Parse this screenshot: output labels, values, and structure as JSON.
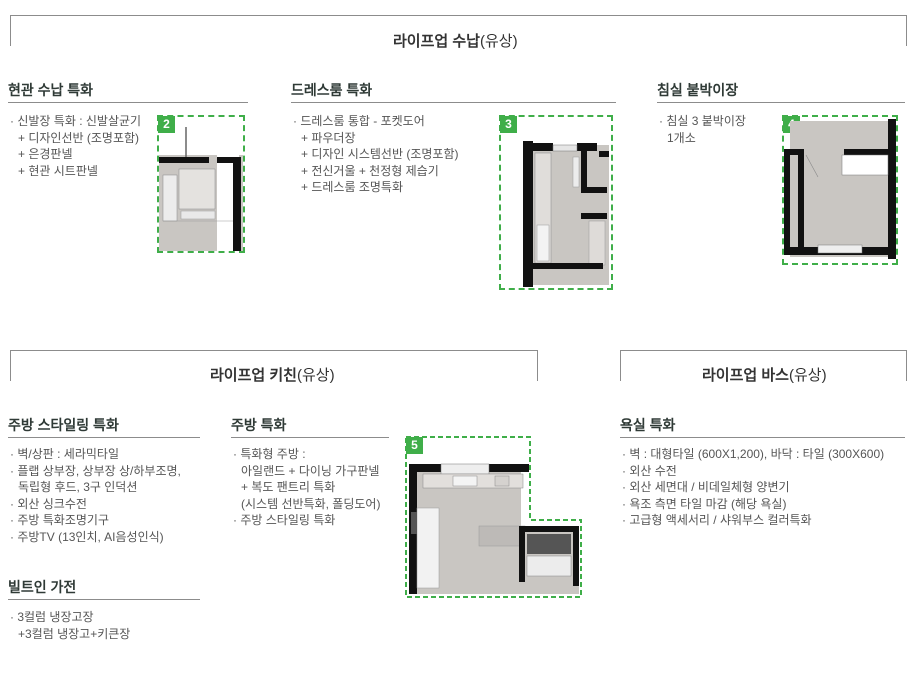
{
  "sections": {
    "storage": {
      "title_bold": "라이프업 수납",
      "title_suffix": "(유상)"
    },
    "kitchen": {
      "title_bold": "라이프업 키친",
      "title_suffix": "(유상)"
    },
    "bath": {
      "title_bold": "라이프업 바스",
      "title_suffix": "(유상)"
    }
  },
  "entrance": {
    "title": "현관 수납 특화",
    "lines": [
      "· 신발장 특화 : 신발살균기",
      "+ 디자인선반 (조명포함)",
      "+ 은경판넬",
      "+ 현관 시트판넬"
    ],
    "badge": "2"
  },
  "dressroom": {
    "title": "드레스룸 특화",
    "lines": [
      "· 드레스룸 통합 - 포켓도어",
      "+ 파우더장",
      "+ 디자인 시스템선반 (조명포함)",
      "+ 전신거울 + 천정형 제습기",
      "+ 드레스룸 조명특화"
    ],
    "badge": "3"
  },
  "bedroom": {
    "title": "침실 붙박이장",
    "lines": [
      "· 침실 3 붙박이장",
      "1개소"
    ],
    "badge": "4"
  },
  "kitchen_style": {
    "title": "주방 스타일링 특화",
    "lines": [
      "· 벽/상판 : 세라믹타일",
      "· 플랩 상부장, 상부장 상/하부조명,",
      "독립형 후드, 3구 인덕션",
      "· 외산 싱크수전",
      "· 주방 특화조명기구",
      "· 주방TV (13인치, AI음성인식)"
    ]
  },
  "builtin": {
    "title": "빌트인 가전",
    "lines": [
      "· 3컬럼 냉장고장",
      "+3컬럼 냉장고+키큰장"
    ]
  },
  "kitchen": {
    "title": "주방 특화",
    "lines": [
      "· 특화형 주방 :",
      "아일랜드 + 다이닝 가구판넬",
      "+ 복도 팬트리 특화",
      "(시스템 선반특화, 폴딩도어)",
      "· 주방 스타일링 특화"
    ],
    "badge": "5"
  },
  "bathroom": {
    "title": "욕실 특화",
    "lines": [
      "· 벽 : 대형타일 (600X1,200), 바닥 : 타일 (300X600)",
      "· 외산 수전",
      "· 외산 세면대 / 비데일체형 양변기",
      "· 욕조 측면 타일 마감 (해당 욕실)",
      "· 고급형 액세서리 / 샤워부스 컬러특화"
    ]
  },
  "colors": {
    "accent_green": "#3fae49",
    "wall": "#111111",
    "floor": "#c9c6c2"
  }
}
